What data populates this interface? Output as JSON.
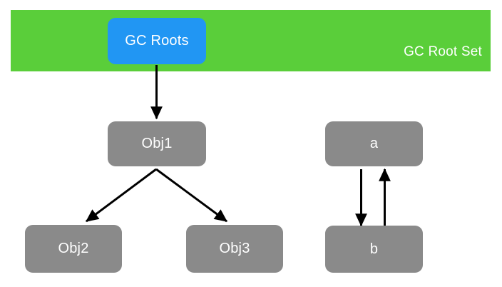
{
  "diagram": {
    "title": "",
    "background_color": "#ffffff",
    "colors": {
      "root_set_band": "#5ACE3A",
      "gc_roots_node": "#2196F3",
      "object_node": "#8A8A8A",
      "node_text": "#ffffff",
      "edge": "#000000"
    },
    "band": {
      "label": "GC Root Set"
    },
    "nodes": [
      {
        "id": "gcroots",
        "label": "GC Roots",
        "kind": "root",
        "color": "#2196F3"
      },
      {
        "id": "obj1",
        "label": "Obj1",
        "kind": "object",
        "color": "#8A8A8A"
      },
      {
        "id": "obj2",
        "label": "Obj2",
        "kind": "object",
        "color": "#8A8A8A"
      },
      {
        "id": "obj3",
        "label": "Obj3",
        "kind": "object",
        "color": "#8A8A8A"
      },
      {
        "id": "a",
        "label": "a",
        "kind": "object",
        "color": "#8A8A8A"
      },
      {
        "id": "b",
        "label": "b",
        "kind": "object",
        "color": "#8A8A8A"
      }
    ],
    "edges": [
      {
        "from": "gcroots",
        "to": "obj1",
        "style": "arrow"
      },
      {
        "from": "obj1",
        "to": "obj2",
        "style": "arrow"
      },
      {
        "from": "obj1",
        "to": "obj3",
        "style": "arrow"
      },
      {
        "from": "a",
        "to": "b",
        "style": "arrow"
      },
      {
        "from": "b",
        "to": "a",
        "style": "arrow"
      }
    ]
  }
}
